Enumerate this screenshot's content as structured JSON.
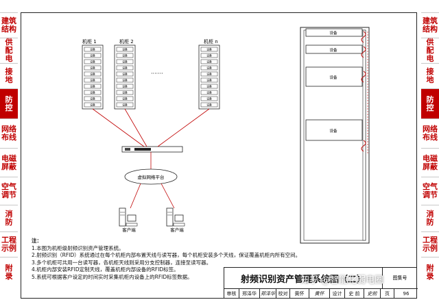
{
  "side_tabs_left": [
    {
      "label": "建筑\n结构",
      "active": false
    },
    {
      "label": "供\n配\n电",
      "active": false
    },
    {
      "label": "接\n地",
      "active": false
    },
    {
      "label": "防\n控",
      "active": true
    },
    {
      "label": "网络\n布线",
      "active": false
    },
    {
      "label": "电磁\n屏蔽",
      "active": false
    },
    {
      "label": "空气\n调节",
      "active": false
    },
    {
      "label": "消\n防",
      "active": false
    },
    {
      "label": "工程\n示例",
      "active": false
    },
    {
      "label": "附\n录",
      "active": false
    }
  ],
  "side_tabs_right": [
    {
      "label": "建筑\n结构",
      "active": false
    },
    {
      "label": "供\n配\n电",
      "active": false
    },
    {
      "label": "接\n地",
      "active": false
    },
    {
      "label": "防\n控",
      "active": true
    },
    {
      "label": "网络\n布线",
      "active": false
    },
    {
      "label": "电磁\n屏蔽",
      "active": false
    },
    {
      "label": "空气\n调节",
      "active": false
    },
    {
      "label": "消\n防",
      "active": false
    },
    {
      "label": "工程\n示例",
      "active": false
    },
    {
      "label": "附\n录",
      "active": false
    }
  ],
  "diagram": {
    "cabinet_labels": [
      "机柜 1",
      "机柜 2",
      "机柜 n"
    ],
    "device_label": "设备",
    "virtual_platform": "虚拟网络平台",
    "client_label": "客户端",
    "rack_device_labels": [
      "设备",
      "设备",
      "设备",
      "设备"
    ]
  },
  "notes": {
    "heading": "注：",
    "lines": [
      "1.本图为机柜级射频识别资产管理系统。",
      "2.射频识别（RFID）系统通过在每个机柜内部布置天线与读写器，每个机柜安装多个天线，保证覆盖机柜内所有空间。",
      "3.多个机柜可共用一台读写器，各机柜天线则采用分支控制器，连接至读写器。",
      "4.机柜内部安装RFID定制天线，覆盖机柜内部设备的RFID标签。",
      "5.系统可根据客户设定的时间实时采集机柜内设备上的RFID标签数据。"
    ]
  },
  "title_block": {
    "title": "射频识别资产管理系统图（二）",
    "code_label": "图集号",
    "row": [
      "审核",
      "郑泽华",
      "郑泽华",
      "校对",
      "黄怀",
      "黄怀",
      "设计",
      "史 前",
      "史前",
      "页",
      "96"
    ]
  },
  "watermark": "知乎 @智能化弱电圈",
  "colors": {
    "accent": "#c00000",
    "line": "#222222",
    "rf_line": "#c00000"
  }
}
